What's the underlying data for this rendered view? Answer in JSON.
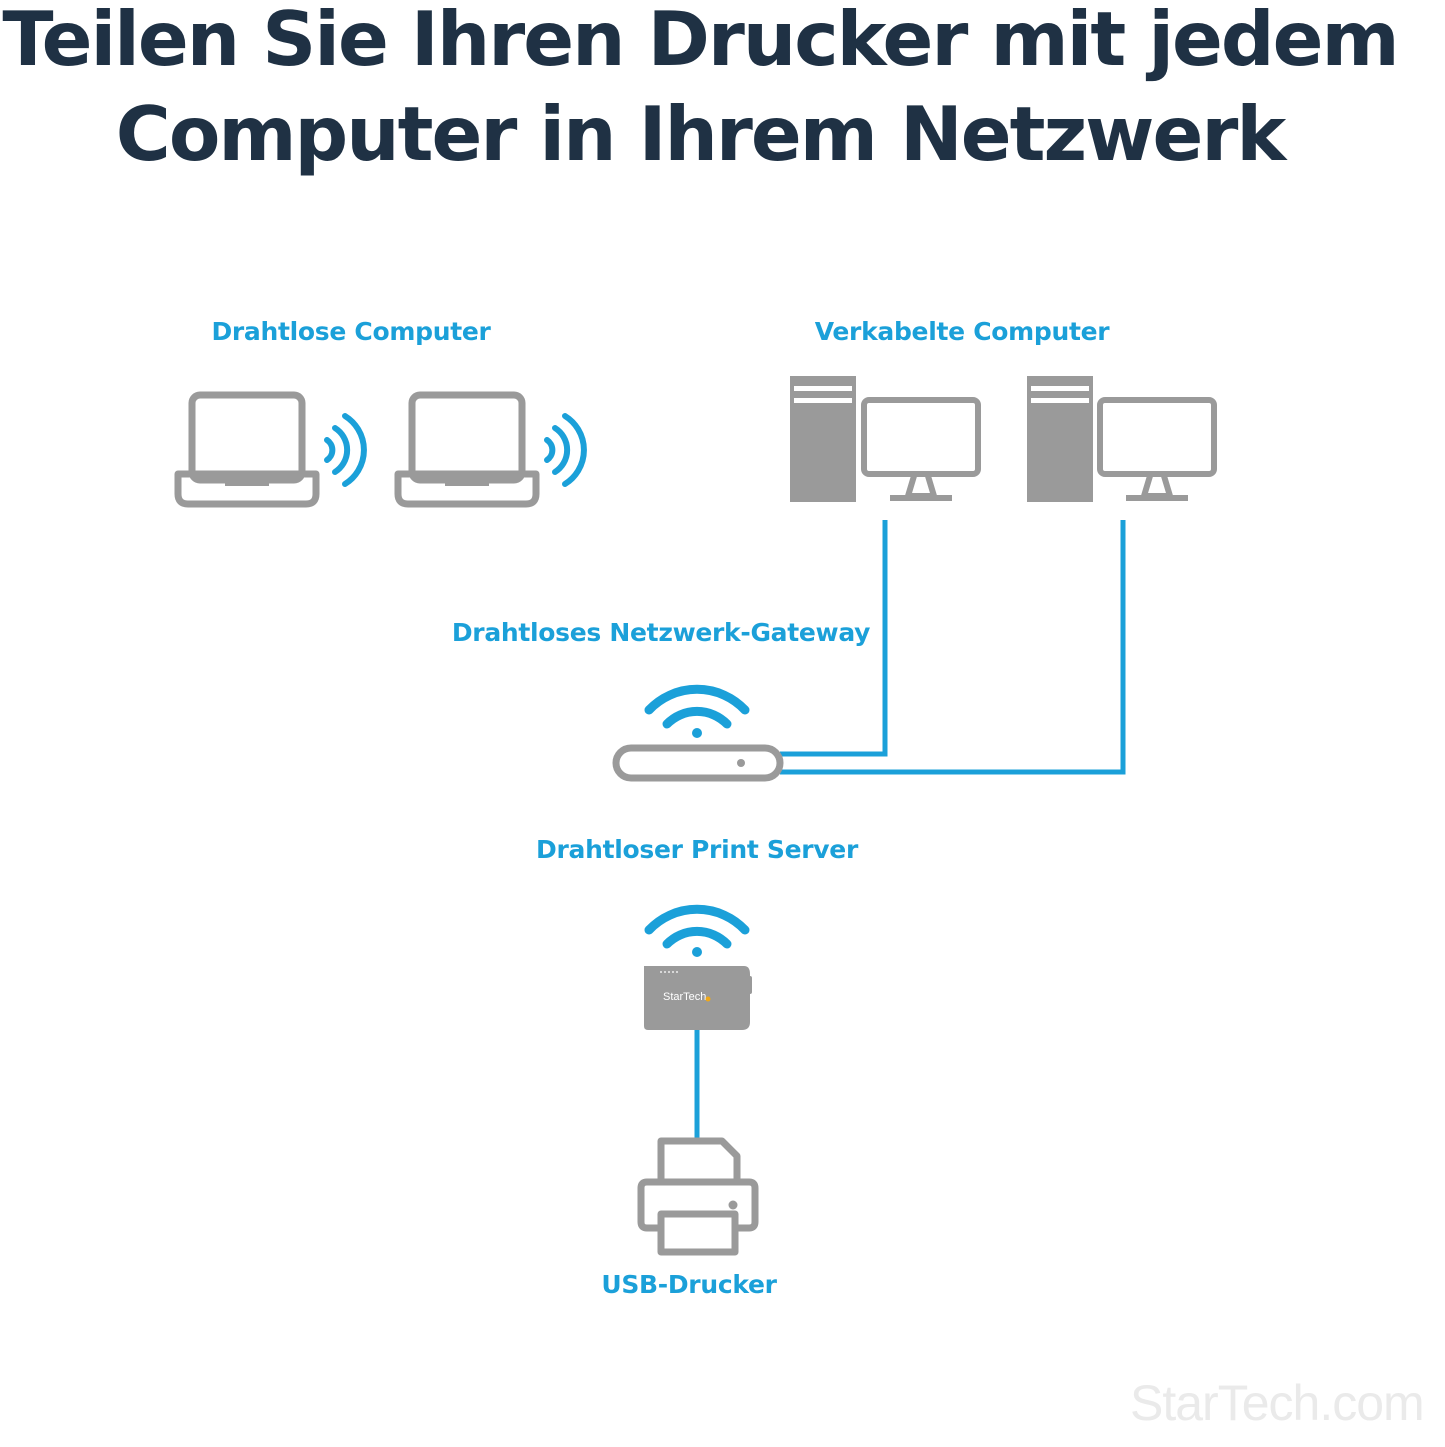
{
  "headline": {
    "line1": "Teilen Sie Ihren Drucker mit jedem",
    "line2": "Computer in Ihrem Netzwerk"
  },
  "labels": {
    "wireless_computers": "Drahtlose Computer",
    "wired_computers": "Verkabelte Computer",
    "gateway": "Drahtloses Netzwerk-Gateway",
    "print_server": "Drahtloser Print Server",
    "printer": "USB-Drucker"
  },
  "device_brand": "StarTech",
  "watermark": "StarTech.com",
  "colors": {
    "title": "#1f3144",
    "accent": "#1ba0d9",
    "device_gray": "#9a9a9a"
  },
  "icons": [
    "laptop-icon",
    "wifi-signal-icon",
    "desktop-tower-icon",
    "monitor-icon",
    "wifi-icon",
    "router-icon",
    "print-server-icon",
    "printer-icon"
  ]
}
